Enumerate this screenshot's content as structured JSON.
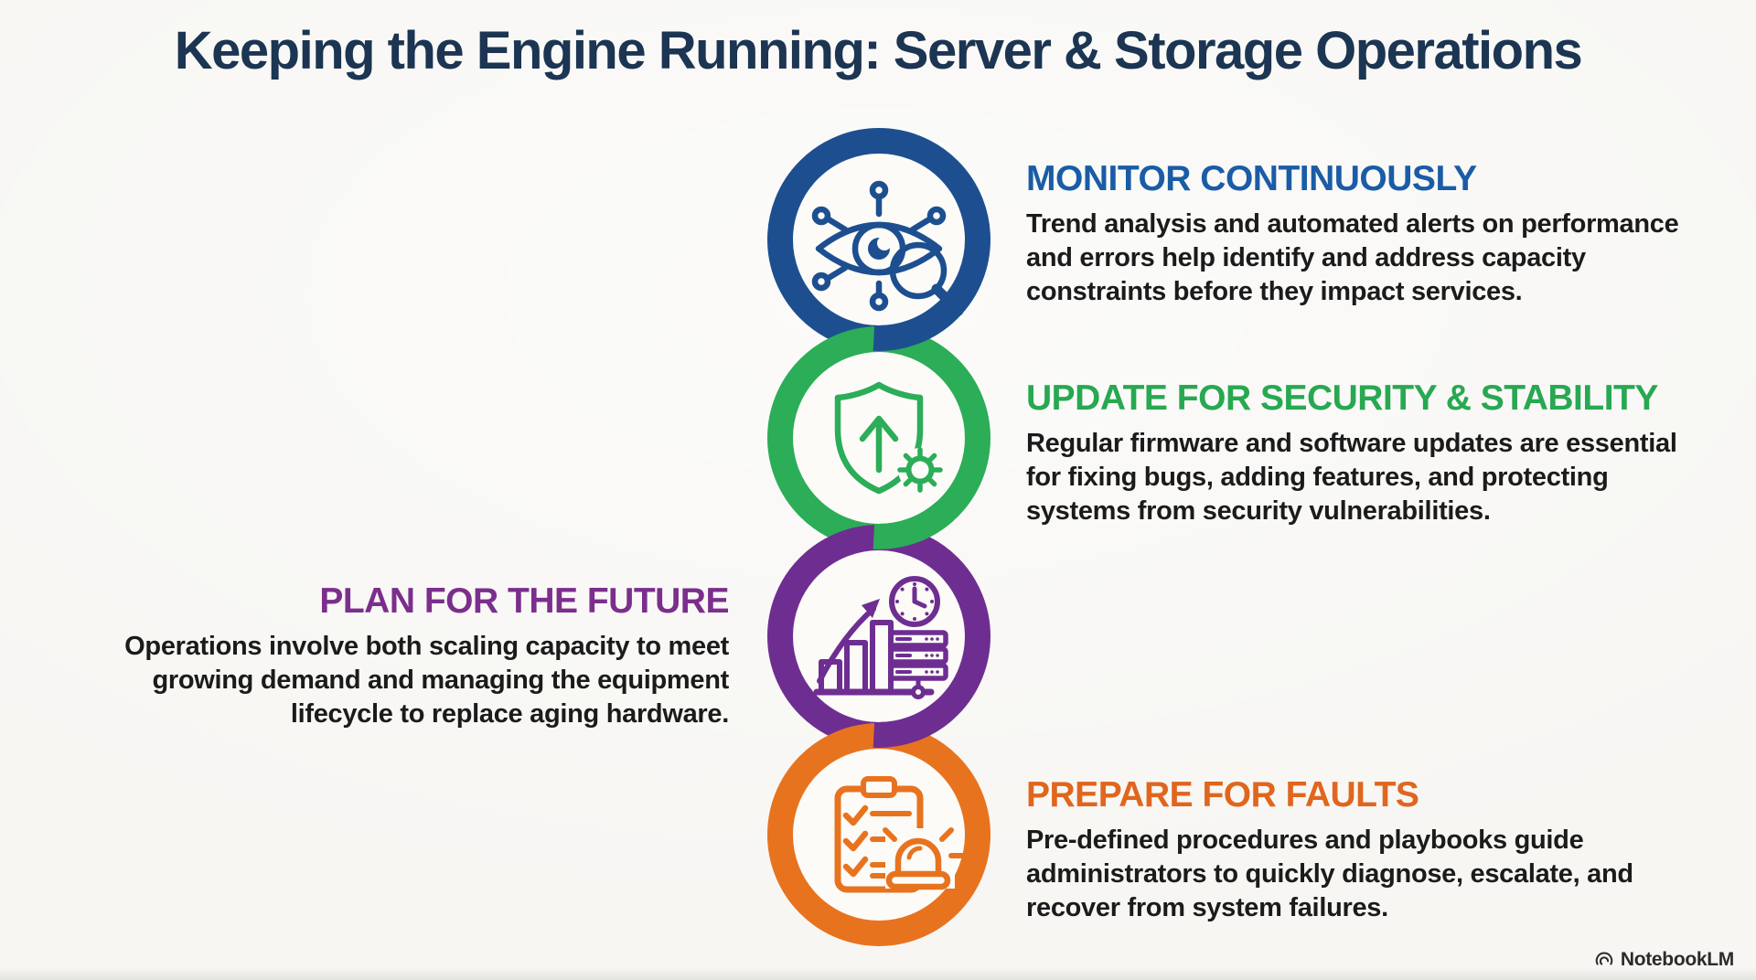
{
  "title": "Keeping the Engine Running: Server & Storage Operations",
  "colors": {
    "background": "#f7f6f3",
    "title_text": "#1b3552",
    "body_text": "#1b1b1b",
    "blue_ring": "#1d4f90",
    "blue_heading": "#1a5ca6",
    "green_ring": "#2cad58",
    "green_heading": "#27a851",
    "purple_ring": "#6e2e91",
    "purple_heading": "#7b2e8c",
    "orange_ring": "#e8731e",
    "orange_heading": "#e0661e"
  },
  "sections": [
    {
      "id": "monitor",
      "heading": "MONITOR CONTINUOUSLY",
      "body_lines": [
        "Trend analysis and automated alerts on performance",
        "and errors help identify and address capacity",
        "constraints before they impact services."
      ],
      "color": "#1a5ca6",
      "ring_color": "#1d4f90",
      "icon": "eye-monitoring-icon",
      "side": "right"
    },
    {
      "id": "update",
      "heading": "UPDATE FOR SECURITY & STABILITY",
      "body_lines": [
        "Regular firmware and software updates are essential",
        "for fixing bugs, adding features, and protecting",
        "systems from security vulnerabilities."
      ],
      "color": "#27a851",
      "ring_color": "#2cad58",
      "icon": "shield-update-icon",
      "side": "right"
    },
    {
      "id": "plan",
      "heading": "PLAN FOR THE FUTURE",
      "body_lines": [
        "Operations involve both scaling capacity to meet",
        "growing demand and managing the equipment",
        "lifecycle to replace aging hardware."
      ],
      "color": "#7b2e8c",
      "ring_color": "#6e2e91",
      "icon": "capacity-planning-icon",
      "side": "left"
    },
    {
      "id": "prepare",
      "heading": "PREPARE FOR FAULTS",
      "body_lines": [
        "Pre-defined procedures and playbooks guide",
        "administrators to quickly diagnose, escalate, and",
        "recover from system failures."
      ],
      "color": "#e0661e",
      "ring_color": "#e8731e",
      "icon": "fault-readiness-icon",
      "side": "right"
    }
  ],
  "watermark": {
    "label": "NotebookLM"
  }
}
